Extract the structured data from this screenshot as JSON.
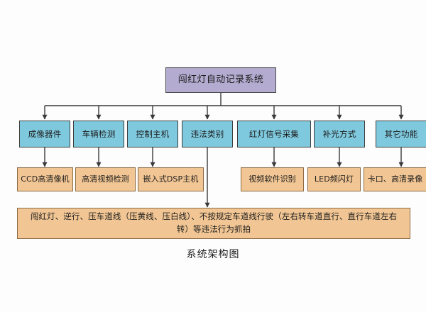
{
  "diagram": {
    "caption": "系统架构图",
    "root": {
      "label": "闯红灯自动记录系统"
    },
    "categories": [
      {
        "label": "成像器件"
      },
      {
        "label": "车辆检测"
      },
      {
        "label": "控制主机"
      },
      {
        "label": "违法类别"
      },
      {
        "label": "红灯信号采集"
      },
      {
        "label": "补光方式"
      },
      {
        "label": "其它功能"
      }
    ],
    "implementations": [
      {
        "label": "CCD高清像机"
      },
      {
        "label": "高清视频检测"
      },
      {
        "label": "嵌入式DSP主机"
      },
      {
        "label": "视频软件识别"
      },
      {
        "label": "LED频闪灯"
      },
      {
        "label": "卡口、高清录像"
      }
    ],
    "violation_box": {
      "label": "闯红灯、逆行、压车道线（压黄线、压白线）、不按规定车道线行驶（左右转车道直行、直行车道左右转）等违法行为抓拍"
    },
    "colors": {
      "background": "#fdfdfd",
      "root_fill": "#b3acd0",
      "category_fill": "#7fc9de",
      "implementation_fill": "#f2c694",
      "root_border": "#4a4a4a",
      "category_border": "#3d3d3d",
      "implementation_border": "#8a6a44",
      "connector": "#3a3a3a",
      "text": "#1c1c1c"
    }
  }
}
